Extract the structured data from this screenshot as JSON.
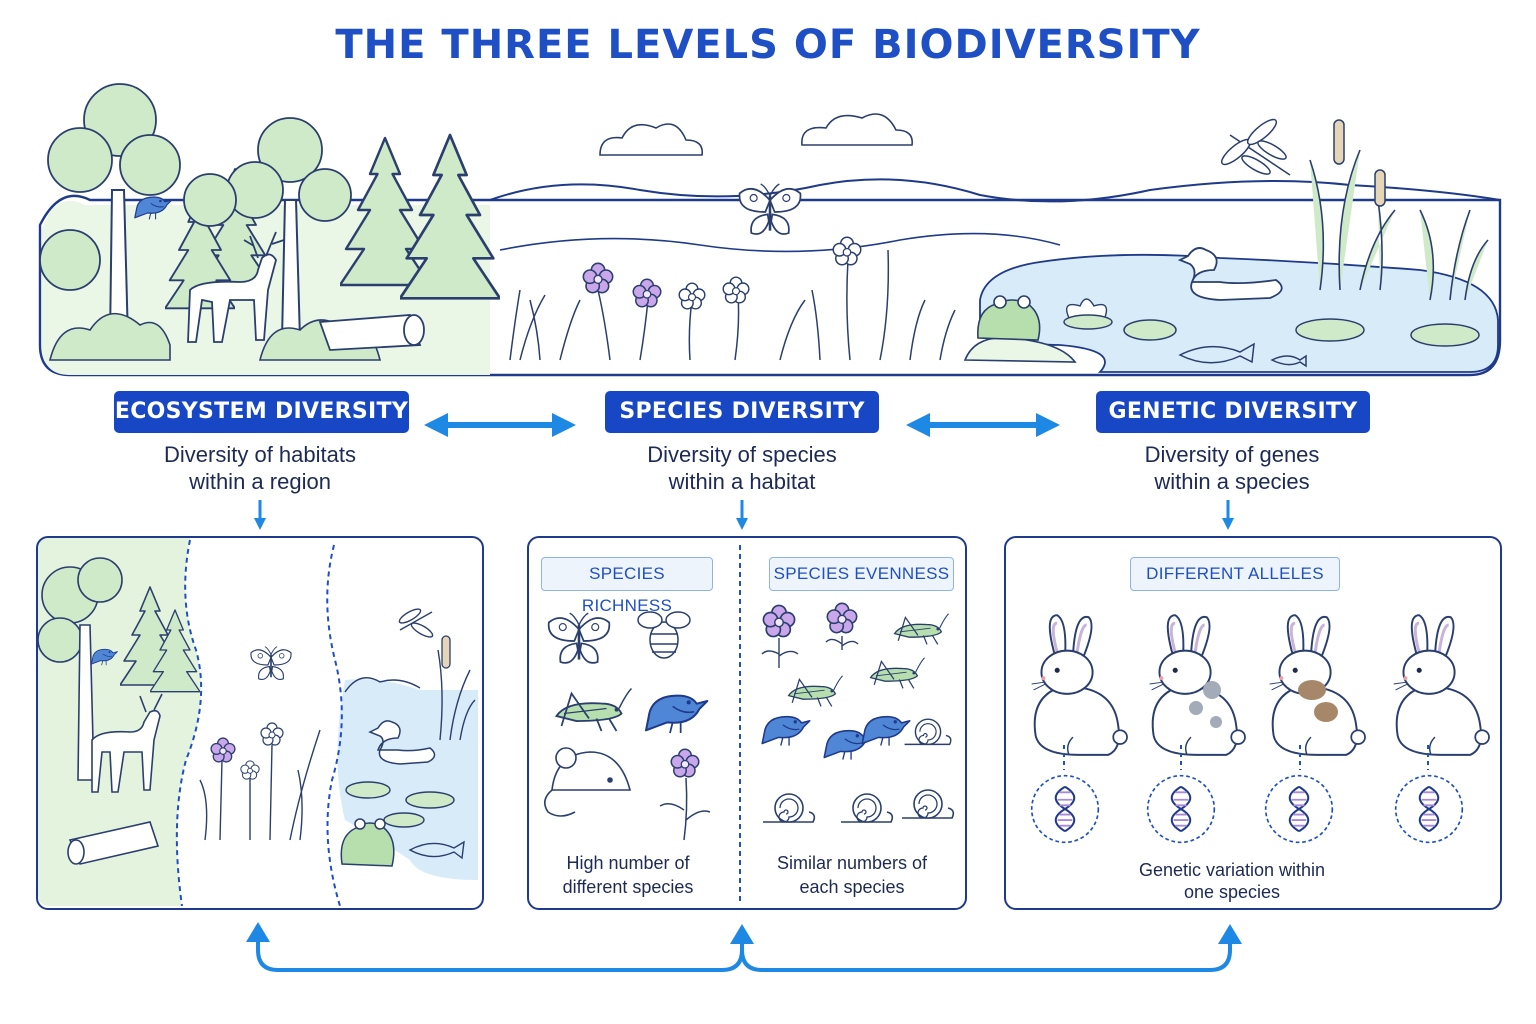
{
  "title": "THE THREE LEVELS OF BIODIVERSITY",
  "levels": [
    {
      "label": "ECOSYSTEM DIVERSITY",
      "desc_line1": "Diversity of habitats",
      "desc_line2": "within a region"
    },
    {
      "label": "SPECIES DIVERSITY",
      "desc_line1": "Diversity of species",
      "desc_line2": "within a habitat"
    },
    {
      "label": "GENETIC DIVERSITY",
      "desc_line1": "Diversity of genes",
      "desc_line2": "within a species"
    }
  ],
  "species_panel": {
    "richness_tag": "SPECIES RICHNESS",
    "evenness_tag": "SPECIES EVENNESS",
    "richness_cap1": "High number of",
    "richness_cap2": "different species",
    "evenness_cap1": "Similar numbers of",
    "evenness_cap2": "each species"
  },
  "genetic_panel": {
    "tag": "DIFFERENT ALLELES",
    "cap1": "Genetic variation within",
    "cap2": "one species"
  },
  "colors": {
    "title": "#1f4fc4",
    "pill": "#1747c4",
    "arrow": "#1e88e5",
    "outline": "#1f3a8a",
    "forest_fill": "#d8efd3",
    "water_fill": "#cfe6f8",
    "flower_fill": "#c9a7ea"
  }
}
